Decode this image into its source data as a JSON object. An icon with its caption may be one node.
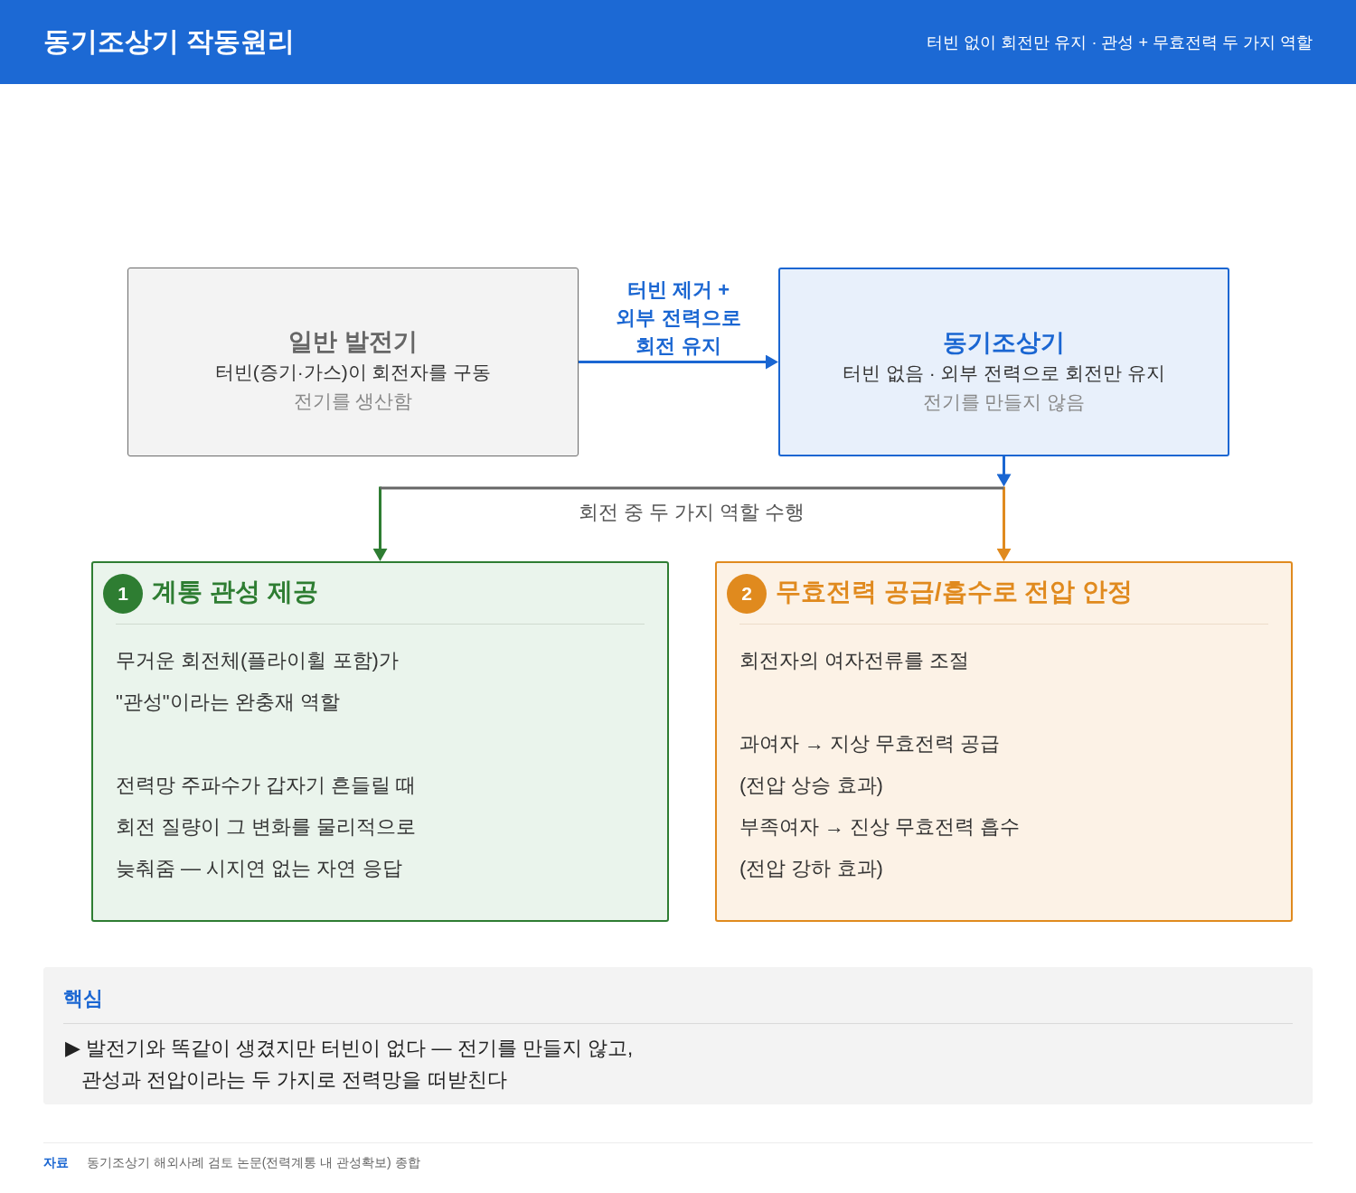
{
  "diagram": {
    "title": "동기조상기 작동원리",
    "nodes": [
      {
        "text": [
          "일반 발전기",
          "터빈(증기·가스)이 회전자를 구동",
          "전기를 생산함"
        ]
      },
      {
        "text": [
          "동기조상기",
          "터빈 없음 · 외부 전력으로 회전만 유지",
          "전기를 만들지 않음"
        ]
      },
      {
        "text": [
          "계통 관성 제공",
          "무거운 회전체(플라이휠 포함)가 \"관성\"이라는 완충재 역할",
          "전력망 주파수가 갑자기 흔들릴 때 회전 질량이 그 변화를 물리적으로 늦춰줌 — 시지연 없는 자연 응답"
        ]
      },
      {
        "text": [
          "1"
        ],
        "in": 2
      },
      {
        "text": [
          "무효전력 공급/흡수로 전압 안정",
          "회전자의 여자전류를 조절",
          "과여자 → 지상 무효전력 공급 (전압 상승 효과)",
          "부족여자 → 진상 무효전력 흡수 (전압 강하 효과)"
        ]
      },
      {
        "text": [
          "2"
        ],
        "in": 4
      },
      {
        "text": [
          "핵심",
          "▶ 발전기와 똑같이 생겼지만 터빈이 없다 — 전기를 만들지 않고, 관성과 전압이라는 두 가지로 전력망을 떠받친다"
        ]
      }
    ],
    "edges": [
      {
        "from": 0,
        "to": 1,
        "arrow": "to",
        "label": "터빈 제거 + 외부 전력으로 회전 유지",
        "color": "#1a66d2"
      },
      {
        "from": 1,
        "to": 2,
        "arrow": "to"
      },
      {
        "from": 1,
        "to": 4,
        "arrow": "to"
      }
    ],
    "labels": [
      "터빈 없이 회전만 유지 · 관성 + 무효전력 두 가지 역할",
      "회전 중 두 가지 역할 수행",
      "자료",
      "동기조상기 해외사례 검토 논문(전력계통 내 관성확보) 종합"
    ]
  }
}
